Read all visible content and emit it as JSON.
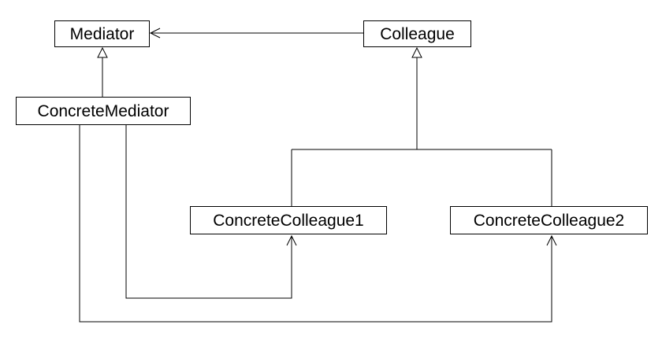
{
  "diagram": {
    "type": "uml-class-diagram",
    "classes": {
      "mediator": "Mediator",
      "colleague": "Colleague",
      "concrete_mediator": "ConcreteMediator",
      "concrete_colleague1": "ConcreteColleague1",
      "concrete_colleague2": "ConcreteColleague2"
    },
    "relationships": [
      {
        "from": "Colleague",
        "to": "Mediator",
        "kind": "association"
      },
      {
        "from": "ConcreteMediator",
        "to": "Mediator",
        "kind": "generalization"
      },
      {
        "from": "ConcreteColleague1",
        "to": "Colleague",
        "kind": "generalization"
      },
      {
        "from": "ConcreteColleague2",
        "to": "Colleague",
        "kind": "generalization"
      },
      {
        "from": "ConcreteMediator",
        "to": "ConcreteColleague1",
        "kind": "association"
      },
      {
        "from": "ConcreteMediator",
        "to": "ConcreteColleague2",
        "kind": "association"
      }
    ],
    "colors": {
      "line": "#000000",
      "box_border": "#000000",
      "background": "#ffffff"
    }
  }
}
